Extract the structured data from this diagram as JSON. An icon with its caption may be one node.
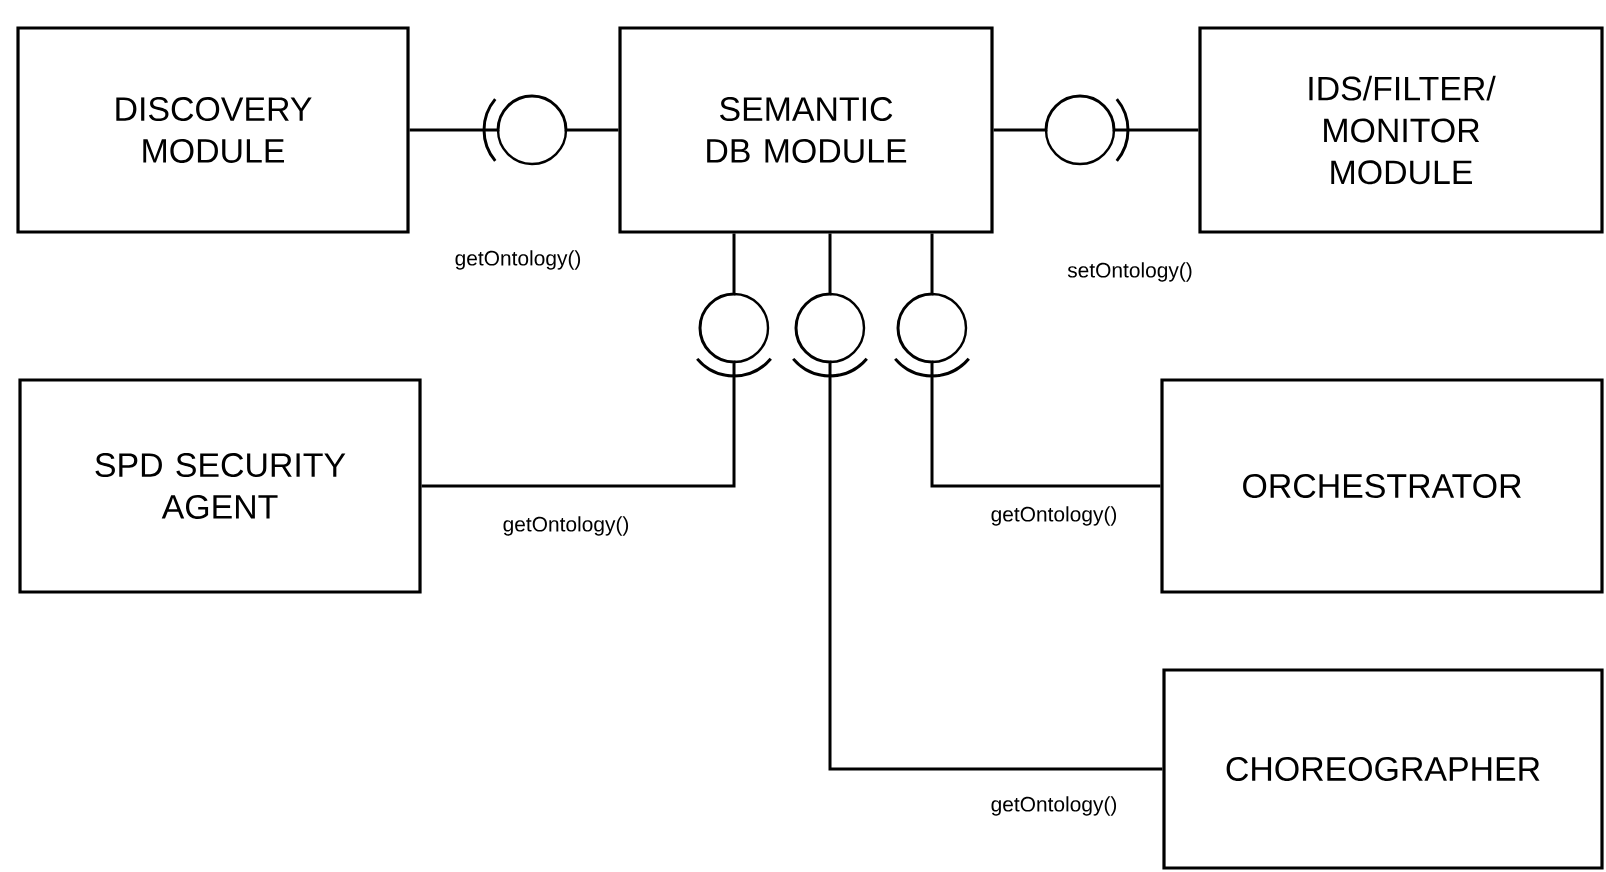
{
  "diagram": {
    "nodes": [
      {
        "text": [
          "DISCOVERY MODULE"
        ]
      },
      {
        "text": [
          "SEMANTIC DB MODULE"
        ]
      },
      {
        "text": [
          "IDS/FILTER/ MONITOR MODULE"
        ]
      },
      {
        "text": [
          "SPD SECURITY AGENT"
        ]
      },
      {
        "text": [
          "ORCHESTRATOR"
        ]
      },
      {
        "text": [
          "CHOREOGRAPHER"
        ]
      }
    ],
    "edges": [
      {
        "from": 1,
        "to": 0,
        "arrow": "none",
        "label": "getOntology()"
      },
      {
        "from": 1,
        "to": 2,
        "arrow": "none",
        "label": "setOntology()"
      },
      {
        "from": 1,
        "to": 3,
        "arrow": "none",
        "label": "getOntology()"
      },
      {
        "from": 1,
        "to": 5,
        "arrow": "none",
        "label": "getOntology()"
      },
      {
        "from": 1,
        "to": 4,
        "arrow": "none",
        "label": "getOntology()"
      }
    ]
  }
}
